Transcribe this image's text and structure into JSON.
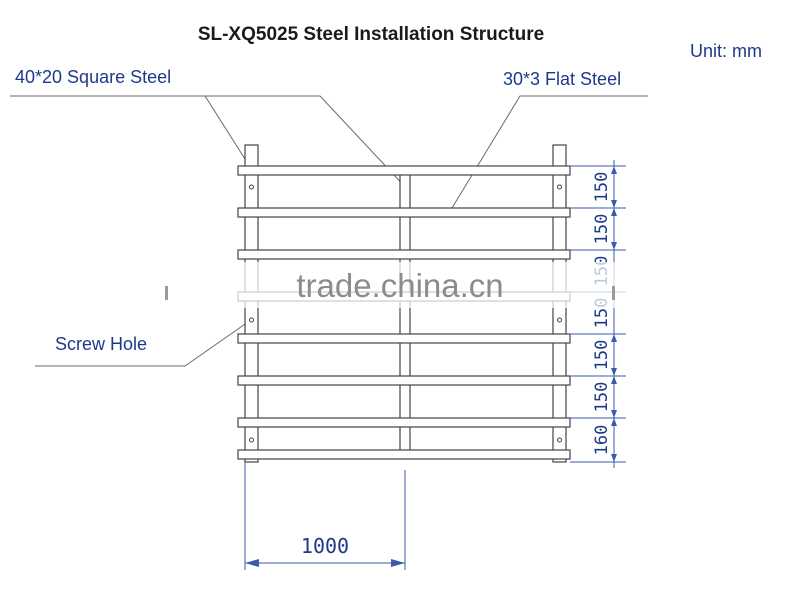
{
  "title": "SL-XQ5025 Steel Installation Structure",
  "unit": "Unit: mm",
  "labels": {
    "square_steel": "40*20 Square Steel",
    "flat_steel": "30*3 Flat Steel",
    "screw_hole": "Screw Hole"
  },
  "dimensions": {
    "spacings": [
      "150",
      "150",
      "150",
      "150",
      "150",
      "150",
      "160"
    ],
    "width": "1000"
  },
  "watermark": "trade.china.cn",
  "colors": {
    "dimension_text": "#1d3a8a",
    "steel_line": "#444444",
    "dimension_line": "#3b5aa8"
  }
}
